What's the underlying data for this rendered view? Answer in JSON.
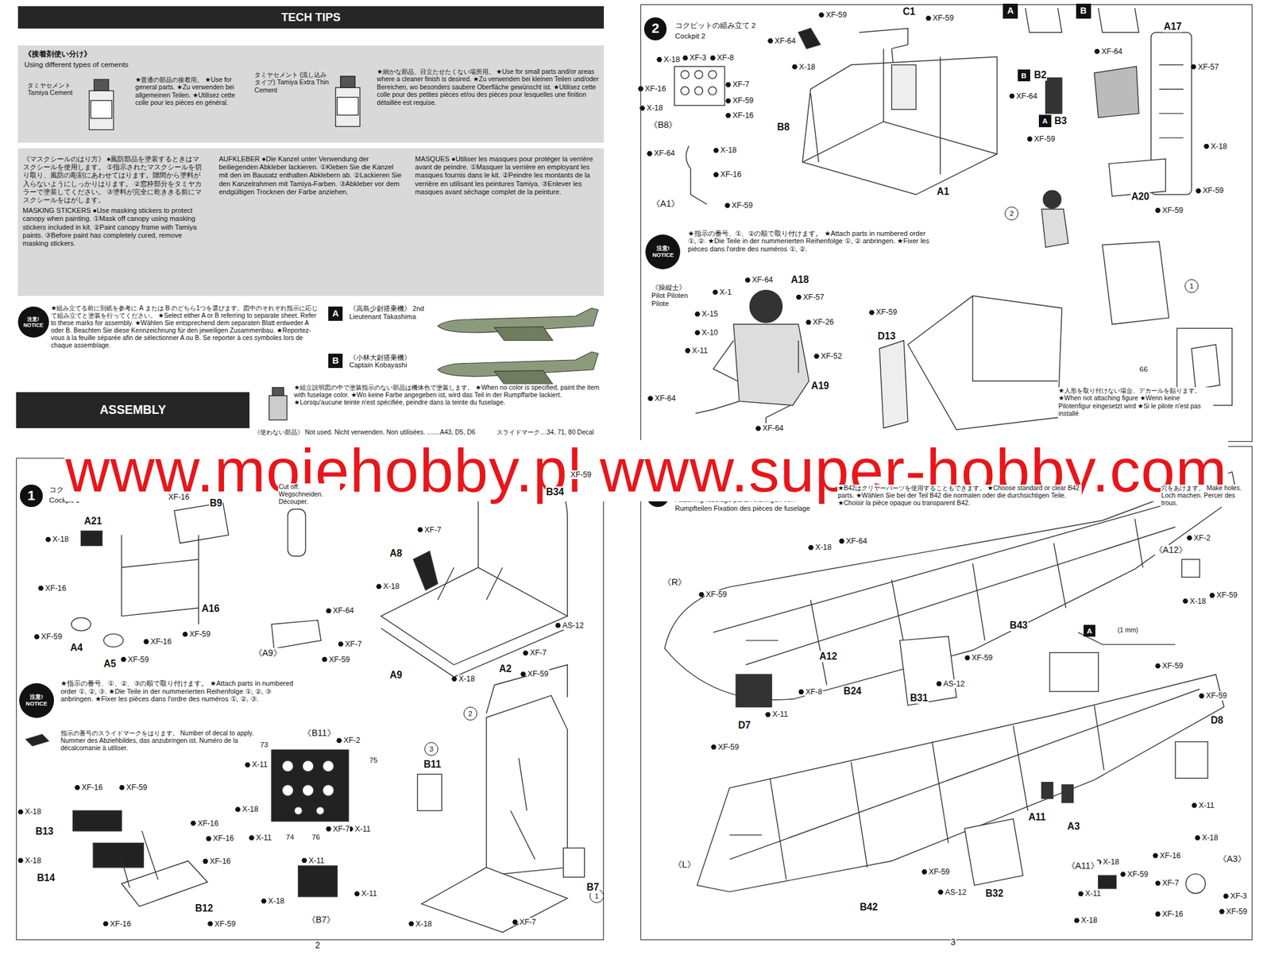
{
  "diagram": {
    "nodes": [
      {
        "text": [
          "TECH TIPS"
        ]
      },
      {
        "text": [
          "《接着剤使い分け》",
          "Using different types of cements",
          "タミヤセメント Tamiya Cement",
          "★普通の部品の接着用。 ★Use for general parts. ★Zu verwenden bei allgemeinen Teilen. ★Utilisez cette colle pour les pièces en général.",
          "タミヤセメント (流し込みタイプ) Tamiya Extra Thin Cement",
          "★細かな部品、目立たせたくない場所用。 ★Use for small parts and/or areas where a cleaner finish is desired. ★Zu verwenden bei kleinen Teilen und/oder Bereichen, wo besonders saubere Oberfläche gewünscht ist. ★Utilisez cette colle pour des petites pièces et/ou des pièces pour lesquelles une finition détaillée est requise."
        ]
      },
      {
        "text": [
          "《マスクシールのはり方》 ●風防部品を塗装するときはマスクシールを使用します。 ①指示されたマスクシールを切り取り、風防の彫刻にあわせてはります。隙間から塗料が入らないようにしっかりはります。 ②窓枠部分をタミヤカラーで塗装してください。 ③塗料が完全に乾ききる前にマスクシールをはがします。",
          "MASKING STICKERS ●Use masking stickers to protect canopy when painting. ①Mask off canopy using masking stickers included in kit. ②Paint canopy frame with Tamiya paints. ③Before paint has completely cured, remove masking stickers.",
          "AUFKLEBER ●Die Kanzel unter Verwendung der beiliegenden Abkleber lackieren. ①Kleben Sie die Kanzel mit den im Bausatz enthalten Abklebern ab. ②Lackieren Sie den Kanzelrahmen mit Tamiya-Farben. ③Abkleber vor dem endgültigen Trocknen der Farbe anziehen.",
          "MASQUES ●Utiliser les masques pour protéger la verrière avant de peindre. ①Masquer la verrière en employant les masques fournis dans le kit. ②Peindre les montants de la verrière en utilisant les peintures Tamiya. ③Enlever les masques avant séchage complet de la peinture."
        ]
      },
      {
        "text": [
          "注意! NOTICE"
        ]
      },
      {
        "text": [
          "A"
        ]
      },
      {
        "text": [
          "B"
        ]
      },
      {
        "text": [
          "ASSEMBLY"
        ]
      },
      {
        "text": [
          "コクピットの組み立て 1",
          "Cockpit 1"
        ]
      },
      {
        "text": [
          "1"
        ],
        "in": 7
      },
      {
        "text": [
          "注意! NOTICE"
        ],
        "in": 7
      },
      {
        "text": [
          "2"
        ],
        "in": 7
      },
      {
        "text": [
          "3"
        ],
        "in": 7
      },
      {
        "text": [
          "1"
        ],
        "in": 7
      },
      {
        "text": [
          "コクピットの組み立て 2",
          "Cockpit 2"
        ]
      },
      {
        "text": [
          "2"
        ],
        "in": 13
      },
      {
        "text": [
          "A"
        ],
        "in": 13
      },
      {
        "text": [
          "B"
        ],
        "in": 13
      },
      {
        "text": [
          "B"
        ],
        "in": 13
      },
      {
        "text": [
          "A"
        ],
        "in": 13
      },
      {
        "text": [
          "注意! NOTICE"
        ],
        "in": 13
      },
      {
        "text": [
          "2"
        ],
        "in": 13
      },
      {
        "text": [
          "1"
        ],
        "in": 13
      },
      {
        "text": [
          "胴体部品の取り付け",
          "Attaching fuselage parts Anbringen von Rumpfteilen Fixation des pièces de fuselage"
        ]
      },
      {
        "text": [
          "3"
        ],
        "in": 22
      },
      {
        "text": [
          "A"
        ],
        "in": 22
      }
    ],
    "labels": [
      "www.mojehobby.pl www.super-hobby.com",
      "★組立説明図の中で塗装指示のない部品は機体色で塗装します。 ★When no color is specified, paint the item with fuselage color. ★Wo keine Farbe angegeben ist, wird das Teil in der Rumpffarbe lackiert. ★Lorsqu'aucune teinte n'est spécifiée, peindre dans la teinte du fuselage.",
      "《使わない部品》 Not used. Nicht verwenden. Non utilisées. ……A43, D5, D6",
      "スライドマーク…34, 71, 80 Decal",
      "XF-16",
      "B9",
      "A21",
      "X-18",
      "XF-16",
      "XF-59",
      "A4",
      "A5",
      "XF-59",
      "XF-16",
      "XF-59",
      "A16",
      "Cut off. Wegschneiden. Découper.",
      "《A9》",
      "XF-64",
      "XF-7",
      "XF-59",
      "XF-59",
      "B34",
      "XF-7",
      "A8",
      "X-18",
      "A9",
      "X-18",
      "A2",
      "XF-59",
      "XF-7",
      "AS-12",
      "★指示の番号、①、②、③の順で取り付けます。 ★Attach parts in numbered order ①, ②, ③. ★Die Teile in der nummerierten Reihenfolge ①, ②, ③ anbringen. ★Fixer les pièces dans l'ordre des numéros ①, ②, ③.",
      "指示の番号のスライドマークをはります。 Number of decal to apply. Nummer des Abziehbildes, das anzubringen ist. Numéro de la décalcomanie à utiliser.",
      "《B11》",
      "XF-2",
      "73",
      "75",
      "X-11",
      "X-18",
      "X-11",
      "74",
      "76",
      "XF-7",
      "X-11",
      "X-11",
      "X-18",
      "X-11",
      "《B7》",
      "XF-16",
      "XF-59",
      "X-18",
      "B13",
      "X-18",
      "B14",
      "XF-16",
      "XF-16",
      "XF-16",
      "B12",
      "XF-59",
      "XF-16",
      "B11",
      "B7",
      "X-18",
      "XF-7",
      "2",
      "XF-59",
      "C1",
      "XF-59",
      "XF-64",
      "X-18",
      "X-18",
      "XF-3",
      "XF-8",
      "XF-16",
      "XF-7",
      "X-18",
      "XF-59",
      "XF-16",
      "《B8》",
      "B8",
      "XF-64",
      "X-18",
      "XF-16",
      "《A1》",
      "XF-59",
      "A1",
      "A17",
      "XF-64",
      "XF-57",
      "B2",
      "XF-64",
      "B3",
      "XF-59",
      "X-18",
      "A20",
      "XF-59",
      "XF-59",
      "★指示の番号、①、②の順で取り付けます。 ★Attach parts in numbered order ①, ②. ★Die Teile in der nummerierten Reihenfolge ①, ② anbringen. ★Fixer les pièces dans l'ordre des numéros ①, ②.",
      "《操縦士》 Pilot Piloten Pilote",
      "XF-64",
      "A18",
      "X-1",
      "XF-57",
      "X-15",
      "XF-26",
      "X-10",
      "X-11",
      "XF-52",
      "A19",
      "XF-64",
      "XF-64",
      "XF-59",
      "D13",
      "66",
      "★人形を取り付けない場合、デカールを貼ります。 ★When not attaching figure ★Wenn keine Pilotenfigur eingesetzt wird ★Si le pilote n'est pas installé",
      "★B42はクリヤーパーツを使用することもできます。 ★Choose standard or clear B42 parts. ★Wählen Sie bei der Teil B42 die normalen oder die durchsichtigen Teile. ★Choisir la pièce opaque ou transparent B42.",
      "穴をあけます。 Make holes. Loch machen. Percer des trous.",
      "《R》",
      "X-18",
      "XF-64",
      "XF-59",
      "A12",
      "B31",
      "XF-59",
      "AS-12",
      "B43",
      "XF-8",
      "B24",
      "D7",
      "X-11",
      "XF-59",
      "《A12》",
      "XF-2",
      "X-18",
      "XF-59",
      "(1 mm)",
      "XF-59",
      "XF-59",
      "D8",
      "X-11",
      "A11",
      "A3",
      "《L》",
      "B42",
      "XF-59",
      "AS-12",
      "B32",
      "《A11》",
      "X-18",
      "X-11",
      "XF-59",
      "X-18",
      "《A3》",
      "X-18",
      "XF-16",
      "XF-7",
      "XF-3",
      "XF-16",
      "XF-59",
      "3",
      "★組み立てる前に別紙を参考に A または B のどちら1つを選びます。図中のそれぞれ指示に応じて組み立てと塗装を行ってください。 ★Select either A or B referring to separate sheet. Refer to these marks for assembly. ★Wählen Sie entsprechend dem separaten Blatt entweder A oder B. Beachten Sie diese Kennzeichnung für den jeweiligen Zusammenbau. ★Reportez-vous à la feuille séparée afin de sélectionner A ou B. Se reporter à ces symboles lors de chaque assemblage.",
      "《高島少尉搭乗機》 2nd Lieutenant Takashima",
      "《小林大尉搭乗機》 Captain Kobayashi"
    ]
  }
}
